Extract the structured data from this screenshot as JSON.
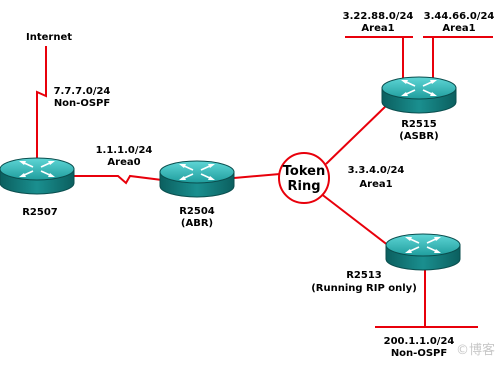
{
  "diagram": {
    "internet_label": "Internet",
    "token_ring": {
      "line1": "Token",
      "line2": "Ring"
    },
    "routers": [
      {
        "id": "r2507",
        "name": "R2507",
        "role": ""
      },
      {
        "id": "r2504",
        "name": "R2504",
        "role": "(ABR)"
      },
      {
        "id": "r2515",
        "name": "R2515",
        "role": "(ASBR)"
      },
      {
        "id": "r2513",
        "name": "R2513",
        "role": "(Running RIP only)"
      }
    ],
    "networks": [
      {
        "id": "net-7770",
        "network": "7.7.7.0/24",
        "area": "Non-OSPF"
      },
      {
        "id": "net-1110",
        "network": "1.1.1.0/24",
        "area": "Area0"
      },
      {
        "id": "net-3340",
        "network": "3.3.4.0/24",
        "area": "Area1"
      },
      {
        "id": "net-322880",
        "network": "3.22.88.0/24",
        "area": "Area1"
      },
      {
        "id": "net-344660",
        "network": "3.44.66.0/24",
        "area": "Area1"
      },
      {
        "id": "net-200110",
        "network": "200.1.1.0/24",
        "area": "Non-OSPF"
      }
    ],
    "watermark": "©博客",
    "colors": {
      "link": "#e8000b",
      "router_top": "#2bb5b5",
      "router_side": "#0f7a7a",
      "router_edge": "#0a4e4e"
    }
  }
}
